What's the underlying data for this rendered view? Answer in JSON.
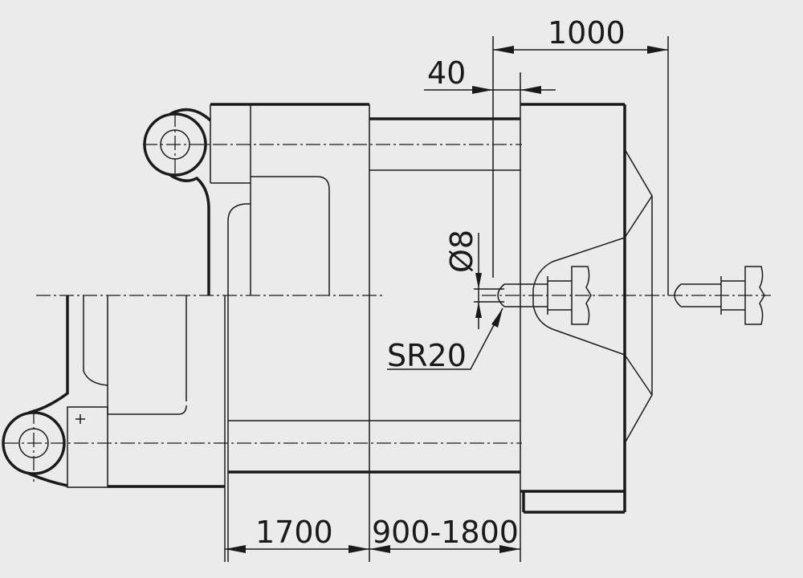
{
  "dimensions": {
    "stroke_1000": "1000",
    "plate_gap_40": "40",
    "nozzle_diameter": "Ø8",
    "nozzle_radius": "SR20",
    "clamp_stroke_1700": "1700",
    "daylight_range": "900-1800"
  },
  "colors": {
    "background": "#ebebeb",
    "line": "#1a1a1a"
  }
}
